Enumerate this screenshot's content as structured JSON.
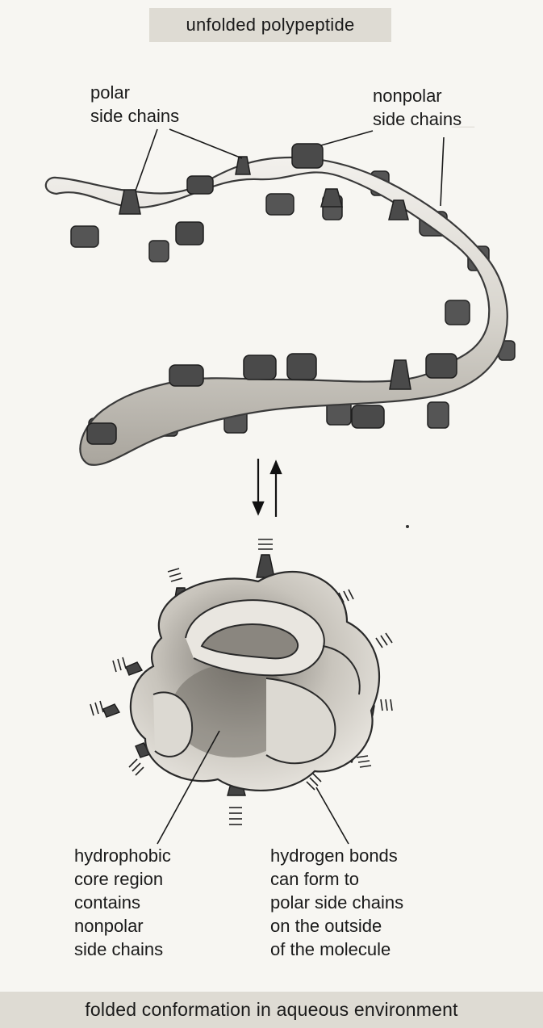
{
  "title": "unfolded polypeptide",
  "footer": "folded conformation in aqueous environment",
  "labels": {
    "polar": [
      "polar",
      "side chains"
    ],
    "nonpolar": [
      "nonpolar",
      "side chains"
    ],
    "core": [
      "hydrophobic",
      "core region",
      "contains",
      "nonpolar",
      "side chains"
    ],
    "hbonds": [
      "hydrogen bonds",
      "can form to",
      "polar side chains",
      "on the outside",
      "of the molecule"
    ]
  },
  "colors": {
    "chain": "#d9d6cf",
    "side_chain": "#4a4a4a",
    "background": "#f7f6f2",
    "bars": "#dedbd3"
  }
}
